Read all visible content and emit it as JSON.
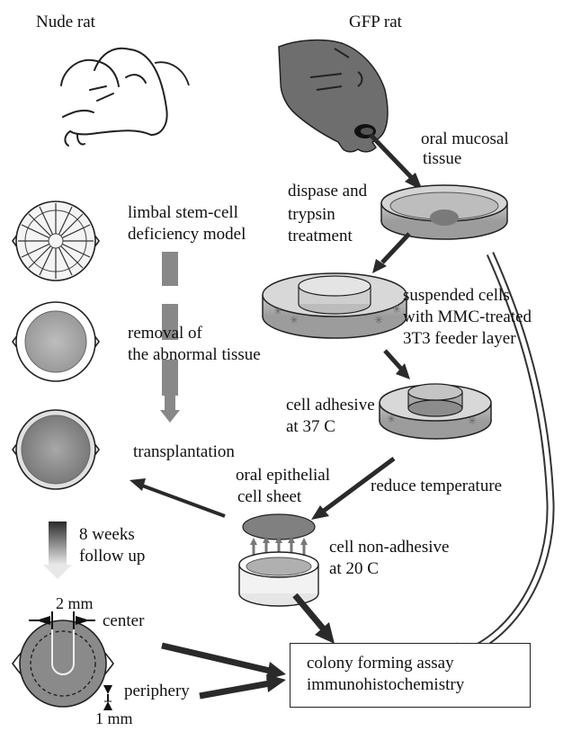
{
  "headers": {
    "left": "Nude rat",
    "right": "GFP rat"
  },
  "labels": {
    "oral_mucosal_1": "oral mucosal",
    "oral_mucosal_2": "tissue",
    "dispase_1": "dispase and",
    "dispase_2": "trypsin",
    "dispase_3": "treatment",
    "limbal_1": "limbal stem-cell",
    "limbal_2": "deficiency model",
    "suspended_1": "suspended cells",
    "suspended_2": "with MMC-treated",
    "suspended_3": "3T3 feeder layer",
    "removal_1": "removal of",
    "removal_2": "the abnormal tissue",
    "adhesive_1": "cell adhesive",
    "adhesive_2": "at 37 C",
    "transplantation": "transplantation",
    "sheet_1": "oral epithelial",
    "sheet_2": "cell sheet",
    "reduce": "reduce temperature",
    "weeks_1": "8 weeks",
    "weeks_2": "follow up",
    "nonadhesive_1": "cell non-adhesive",
    "nonadhesive_2": "at 20 C",
    "two_mm": "2 mm",
    "center": "center",
    "periphery": "periphery",
    "one_mm": "1 mm"
  },
  "result_box": {
    "line1": "colony forming assay",
    "line2": "immunohistochemistry"
  },
  "colors": {
    "gfp_rat": "#6e6e6e",
    "tissue": "#8a8a8a",
    "arrow": "#2a2a2a"
  }
}
